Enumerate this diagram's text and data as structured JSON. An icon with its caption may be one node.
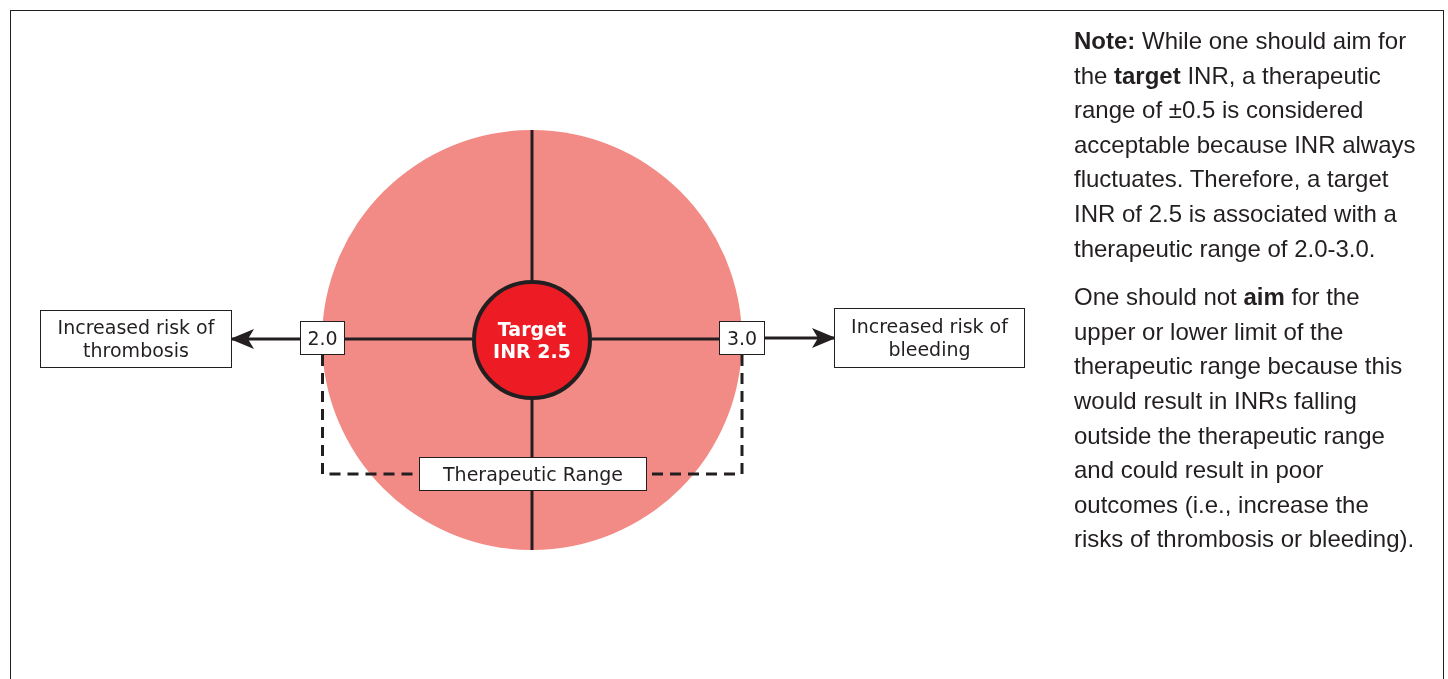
{
  "diagram": {
    "nodes": [
      {
        "text": [],
        "shape": "circle"
      },
      {
        "text": [
          "Target INR 2.5"
        ],
        "in": 0
      },
      {
        "text": [
          "2.0"
        ]
      },
      {
        "text": [
          "3.0"
        ]
      },
      {
        "text": [
          "Increased risk of thrombosis"
        ]
      },
      {
        "text": [
          "Increased risk of bleeding"
        ]
      },
      {
        "text": [
          "Therapeutic Range"
        ],
        "in": 0
      }
    ],
    "edges": [
      {
        "from": 1,
        "to": 2,
        "arrow": "none"
      },
      {
        "from": 1,
        "to": 3,
        "arrow": "none"
      },
      {
        "from": 2,
        "to": 4,
        "arrow": "to"
      },
      {
        "from": 3,
        "to": 5,
        "arrow": "to"
      },
      {
        "from": 2,
        "to": 6,
        "arrow": "none",
        "style": "dashed"
      },
      {
        "from": 3,
        "to": 6,
        "arrow": "none",
        "style": "dashed"
      }
    ],
    "labels": [
      "**Note:** While one should aim for the **target** INR, a therapeutic range of ±0.5 is considered acceptable because INR always fluctuates. Therefore, a target INR of 2.5 is associated with a therapeutic range of 2.0-3.0.",
      "One should not **aim** for the upper or lower limit of the therapeutic range because this would result in INRs falling outside the therapeutic range and could result in poor outcomes (i.e., increase the risks of thrombosis or bleeding)."
    ]
  }
}
